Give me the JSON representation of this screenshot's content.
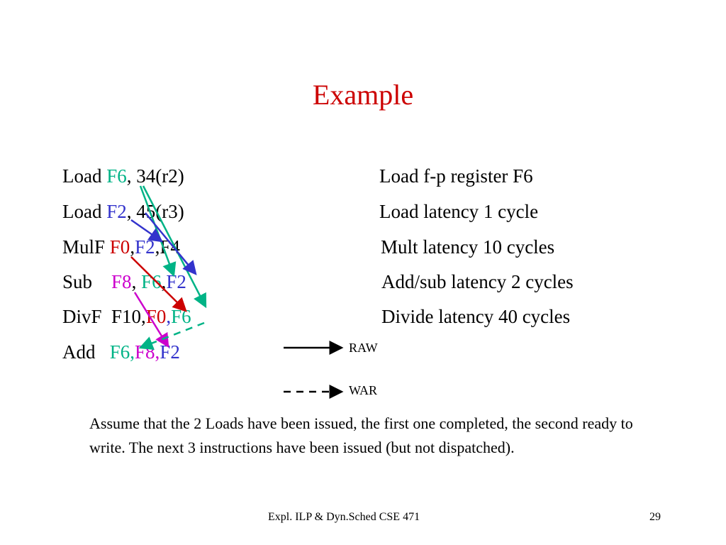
{
  "title": "Example",
  "colors": {
    "title": "#cc0000",
    "teal": "#00b386",
    "blue": "#3333cc",
    "red": "#cc0000",
    "magenta": "#cc00cc",
    "black": "#000000"
  },
  "instructions": [
    {
      "op": "Load ",
      "parts": [
        {
          "t": "F6",
          "c": "teal"
        },
        {
          "t": ", 34(r2)",
          "c": "black"
        }
      ]
    },
    {
      "op": "Load ",
      "parts": [
        {
          "t": "F2",
          "c": "blue"
        },
        {
          "t": ", 45(r3)",
          "c": "black"
        }
      ]
    },
    {
      "op": "MulF ",
      "parts": [
        {
          "t": "F0",
          "c": "red"
        },
        {
          "t": ",",
          "c": "black"
        },
        {
          "t": "F2",
          "c": "blue"
        },
        {
          "t": ",F4",
          "c": "black"
        }
      ]
    },
    {
      "op": "Sub    ",
      "parts": [
        {
          "t": "F8",
          "c": "magenta"
        },
        {
          "t": ", ",
          "c": "black"
        },
        {
          "t": "F6",
          "c": "teal"
        },
        {
          "t": ",",
          "c": "black"
        },
        {
          "t": "F2",
          "c": "blue"
        }
      ]
    },
    {
      "op": "DivF  ",
      "parts": [
        {
          "t": "F10,",
          "c": "black"
        },
        {
          "t": "F0",
          "c": "red"
        },
        {
          "t": ",",
          "c": "blue"
        },
        {
          "t": "F6",
          "c": "teal"
        }
      ]
    },
    {
      "op": "Add   ",
      "parts": [
        {
          "t": "F6,",
          "c": "teal"
        },
        {
          "t": "F8,",
          "c": "magenta"
        },
        {
          "t": "F2",
          "c": "blue"
        }
      ]
    }
  ],
  "descriptions": [
    "Load f-p register F6",
    "Load latency 1 cycle",
    "Mult latency 10 cycles",
    "Add/sub latency 2 cycles",
    "Divide latency 40 cycles"
  ],
  "legend": {
    "raw": "RAW",
    "war": "WAR"
  },
  "note": "Assume that the 2 Loads have been issued, the first one completed, the second ready to write. The next 3 instructions have been issued (but not dispatched).",
  "footer": {
    "course": "Expl. ILP & Dyn.Sched CSE 471",
    "page": "29"
  }
}
